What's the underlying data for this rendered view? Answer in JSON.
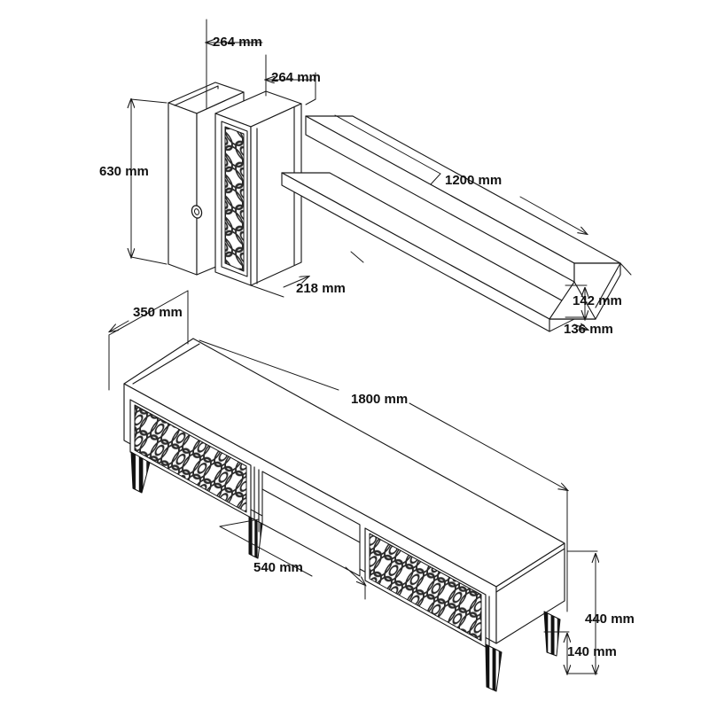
{
  "drawing": {
    "title": "Furniture Technical Dimension Drawing",
    "unit": "mm",
    "background_color": "#ffffff",
    "line_color": "#1a1a1a",
    "text_color": "#111111",
    "projection": "isometric"
  },
  "dimensions": {
    "wall_cabinet_depth_top": "264 mm",
    "wall_cabinet_width_top": "264 mm",
    "wall_cabinet_height": "630 mm",
    "wall_cabinet_door_width": "218 mm",
    "wall_shelf_length": "1200 mm",
    "wall_shelf_height": "142 mm",
    "wall_shelf_depth": "136 mm",
    "tv_unit_depth": "350 mm",
    "tv_unit_length": "1800 mm",
    "tv_unit_open_shelf_width": "540 mm",
    "tv_unit_total_height": "440 mm",
    "tv_unit_leg_height": "140 mm"
  },
  "components": {
    "wall_cabinet": {
      "name": "Wall Cabinet",
      "door_pattern": "quatrefoil-lattice",
      "handle": "oval-knob"
    },
    "wall_shelf": {
      "name": "Wall Shelf",
      "profile": "L-channel"
    },
    "tv_unit": {
      "name": "TV Unit",
      "left_door_pattern": "quatrefoil-lattice",
      "right_door_pattern": "quatrefoil-lattice",
      "open_shelf": "center-open-compartment",
      "legs": 4,
      "leg_style": "tapered-angled"
    }
  }
}
